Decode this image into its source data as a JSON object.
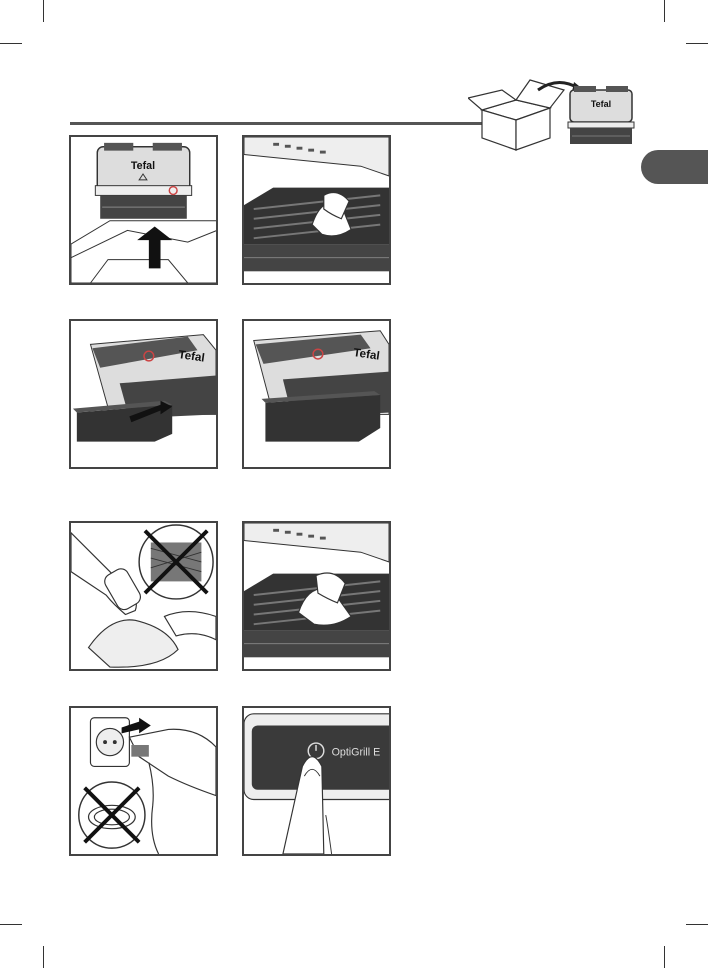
{
  "brand": "Tefal",
  "lang_tab": "",
  "product_label": "OptiGrill E",
  "colors": {
    "line": "#333333",
    "panel_border": "#444444",
    "tab": "#555555",
    "dark_part": "#3a3a3a",
    "cross": "#111111"
  },
  "figures": [
    {
      "id": "fig1",
      "icon": "unpack-arrow-icon"
    },
    {
      "id": "fig2",
      "icon": "wipe-plate-icon"
    },
    {
      "id": "fig3",
      "icon": "insert-drip-tray-icon"
    },
    {
      "id": "fig4",
      "icon": "tray-inserted-icon"
    },
    {
      "id": "fig5",
      "icon": "no-abrasive-pad-icon"
    },
    {
      "id": "fig6",
      "icon": "wipe-plate-icon"
    },
    {
      "id": "fig7",
      "icon": "unplug-no-coil-icon"
    },
    {
      "id": "fig8",
      "icon": "power-button-icon"
    }
  ]
}
